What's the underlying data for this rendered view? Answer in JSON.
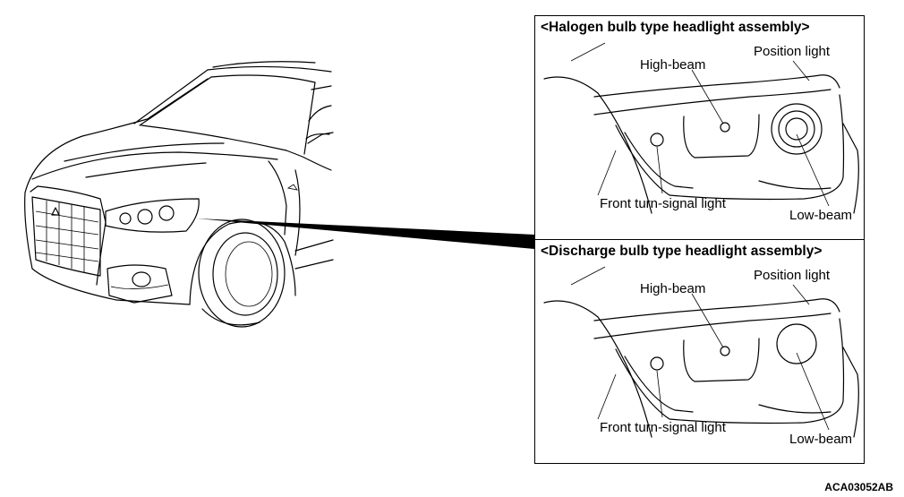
{
  "panels": {
    "halogen": {
      "title": "<Halogen bulb type headlight assembly>",
      "high_beam": "High-beam",
      "position_light": "Position light",
      "turn_signal": "Front turn-signal light",
      "low_beam": "Low-beam"
    },
    "discharge": {
      "title": "<Discharge bulb type headlight assembly>",
      "high_beam": "High-beam",
      "position_light": "Position light",
      "turn_signal": "Front turn-signal light",
      "low_beam": "Low-beam"
    }
  },
  "figure_code": "ACA03052AB"
}
